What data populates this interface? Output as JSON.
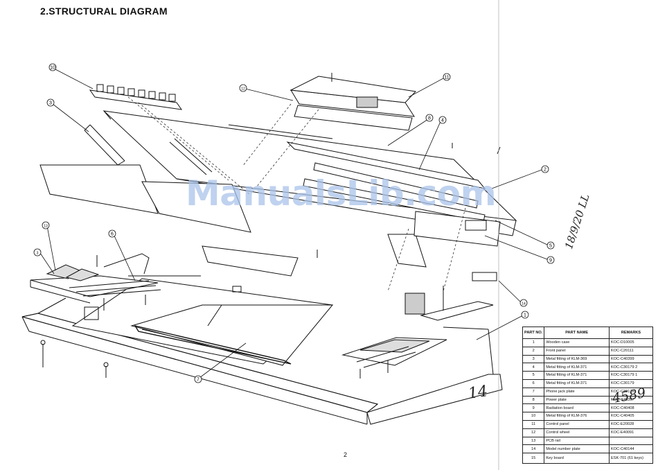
{
  "page": {
    "title": "2.STRUCTURAL DIAGRAM",
    "page_number": "2"
  },
  "watermark": "ManualsLib.com",
  "callouts": [
    "1",
    "2",
    "3",
    "3",
    "4",
    "5",
    "6",
    "7",
    "8",
    "9",
    "10",
    "11",
    "12",
    "13",
    "14"
  ],
  "parts_table": {
    "headers": [
      "PART NO.",
      "PART NAME",
      "REMARKS"
    ],
    "rows": [
      {
        "no": "1",
        "name": "Wooden case",
        "remarks": "KOC-D10005"
      },
      {
        "no": "2",
        "name": "Front panel",
        "remarks": "KOC-C20111"
      },
      {
        "no": "3",
        "name": "Metal fitting of KLM-369",
        "remarks": "KOC-C40399"
      },
      {
        "no": "4",
        "name": "Metal fitting of KLM-371",
        "remarks": "KOC-C30179 2"
      },
      {
        "no": "5",
        "name": "Metal fitting of KLM-371",
        "remarks": "KOC-C30179 1"
      },
      {
        "no": "6",
        "name": "Metal fitting of KLM-371",
        "remarks": "KOC-C30179"
      },
      {
        "no": "7",
        "name": "Phone jack plate",
        "remarks": "KOC-C30178"
      },
      {
        "no": "8",
        "name": "Power plate",
        "remarks": "KOC-C40397"
      },
      {
        "no": "9",
        "name": "Radiation board",
        "remarks": "KOC-C40408"
      },
      {
        "no": "10",
        "name": "Metal fitting of KLM-376",
        "remarks": "KOC-C40405"
      },
      {
        "no": "11",
        "name": "Control panel",
        "remarks": "KOC-E20028"
      },
      {
        "no": "12",
        "name": "Control wheel",
        "remarks": "KOC-E40091"
      },
      {
        "no": "13",
        "name": "PCB rail",
        "remarks": ""
      },
      {
        "no": "14",
        "name": "Model number plate",
        "remarks": "KOC-C40144"
      },
      {
        "no": "15",
        "name": "Key board",
        "remarks": "ESK-701 (61 keys)"
      }
    ]
  },
  "handwriting": {
    "date": "18/9/20 LL",
    "page_mark": "14",
    "code": "4589"
  }
}
